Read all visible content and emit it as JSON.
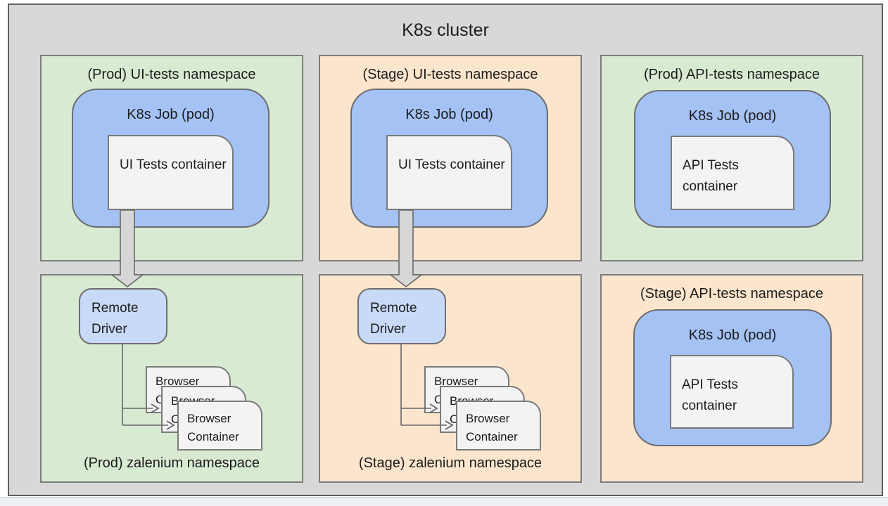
{
  "title": "K8s cluster",
  "namespaces": [
    {
      "label": "(Prod) UI-tests namespace",
      "pod_label": "K8s Job (pod)",
      "container_label": "UI Tests container"
    },
    {
      "label": "(Stage) UI-tests namespace",
      "pod_label": "K8s Job (pod)",
      "container_label": "UI Tests container"
    },
    {
      "label": "(Prod) API-tests namespace",
      "pod_label": "K8s Job (pod)",
      "container_label": "API Tests container"
    },
    {
      "label": "(Prod) zalenium namespace",
      "remote_driver_label": "Remote Driver",
      "browser_containers": [
        {
          "label": "Browser Container"
        },
        {
          "label": "Browser Container"
        },
        {
          "label": "Browser Container"
        }
      ]
    },
    {
      "label": "(Stage) zalenium namespace",
      "remote_driver_label": "Remote Driver",
      "browser_containers": [
        {
          "label": "Browser Container"
        },
        {
          "label": "Browser Container"
        },
        {
          "label": "Browser Container"
        }
      ]
    },
    {
      "label": "(Stage) API-tests namespace",
      "pod_label": "K8s Job (pod)",
      "container_label": "API Tests container"
    }
  ],
  "edges": [
    {
      "from": "UI Tests container (Prod)",
      "to": "Remote Driver (Prod)",
      "type": "block-arrow"
    },
    {
      "from": "UI Tests container (Stage)",
      "to": "Remote Driver (Stage)",
      "type": "block-arrow"
    },
    {
      "from": "Remote Driver (Prod)",
      "to": "Browser Containers (Prod)",
      "type": "line-arrow"
    },
    {
      "from": "Remote Driver (Stage)",
      "to": "Browser Containers (Stage)",
      "type": "line-arrow"
    }
  ],
  "colors": {
    "cluster_fill": "#d8d8d8",
    "prod_namespace_fill": "#d9ead3",
    "stage_namespace_fill": "#fce5cd",
    "pod_fill": "#a4c2f4",
    "remote_driver_fill": "#c9daf8",
    "container_fill": "#f3f3f3",
    "block_arrow_fill": "#d6d6d6",
    "border_gray": "#7d7d7d"
  }
}
